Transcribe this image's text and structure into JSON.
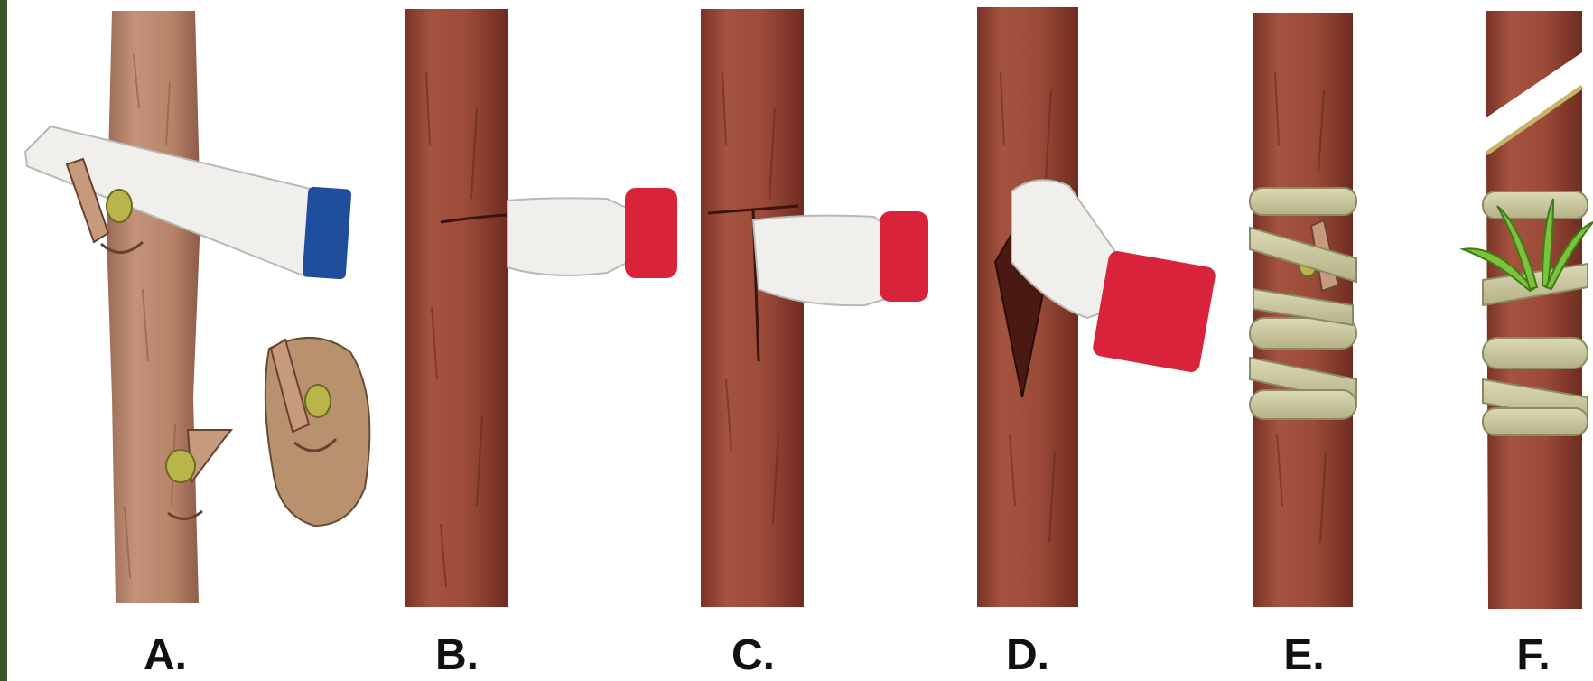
{
  "panels": [
    {
      "label": "A."
    },
    {
      "label": "B."
    },
    {
      "label": "C."
    },
    {
      "label": "D."
    },
    {
      "label": "E."
    },
    {
      "label": "F."
    }
  ],
  "colors": {
    "border": "#3b5526",
    "bark_light": "#b8846a",
    "bark_dark": "#8f4234",
    "knife_blue": "#1f4e9c",
    "knife_red": "#d8233a",
    "blade": "#f1efec",
    "wrap": "#cbc9a0",
    "leaf": "#7cc23b",
    "bud": "#b9b54a"
  }
}
